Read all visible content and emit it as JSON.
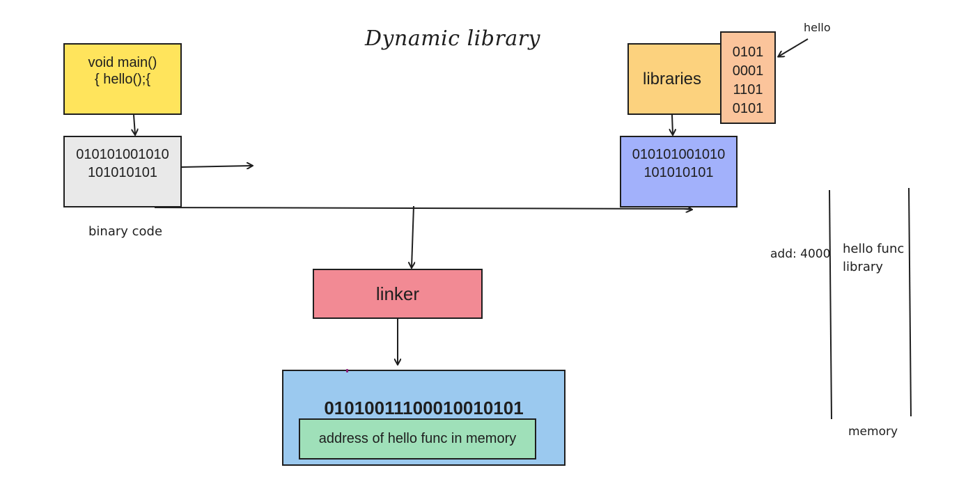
{
  "title": "Dynamic library",
  "nodes": {
    "main_code": {
      "lines": [
        "void main()",
        "{ hello();{"
      ],
      "color": "#ffe45c"
    },
    "binary_left": {
      "lines": [
        "010101001010",
        "101010101"
      ],
      "color": "#e9e9e9"
    },
    "libraries": {
      "label": "libraries",
      "color": "#fcd27e"
    },
    "library_bits": {
      "lines": [
        "0101",
        "0001",
        "1101",
        "0101"
      ],
      "color": "#fbc49b"
    },
    "binary_right": {
      "lines": [
        "010101001010",
        "101010101"
      ],
      "color": "#a2b1fb"
    },
    "linker": {
      "label": "linker",
      "color": "#f28a94"
    },
    "memory_block": {
      "bits": "01010011100010010101",
      "color": "#9bc9ef"
    },
    "address": {
      "label": "address of hello func in memory",
      "color": "#9fe0b9"
    }
  },
  "annotations": {
    "hello": "hello",
    "binary_code": "binary code",
    "add": "add: 4000",
    "hello_func_library": "hello func library",
    "memory": "memory"
  },
  "colors": {
    "stroke": "#1e1e1e",
    "background": "#ffffff"
  }
}
